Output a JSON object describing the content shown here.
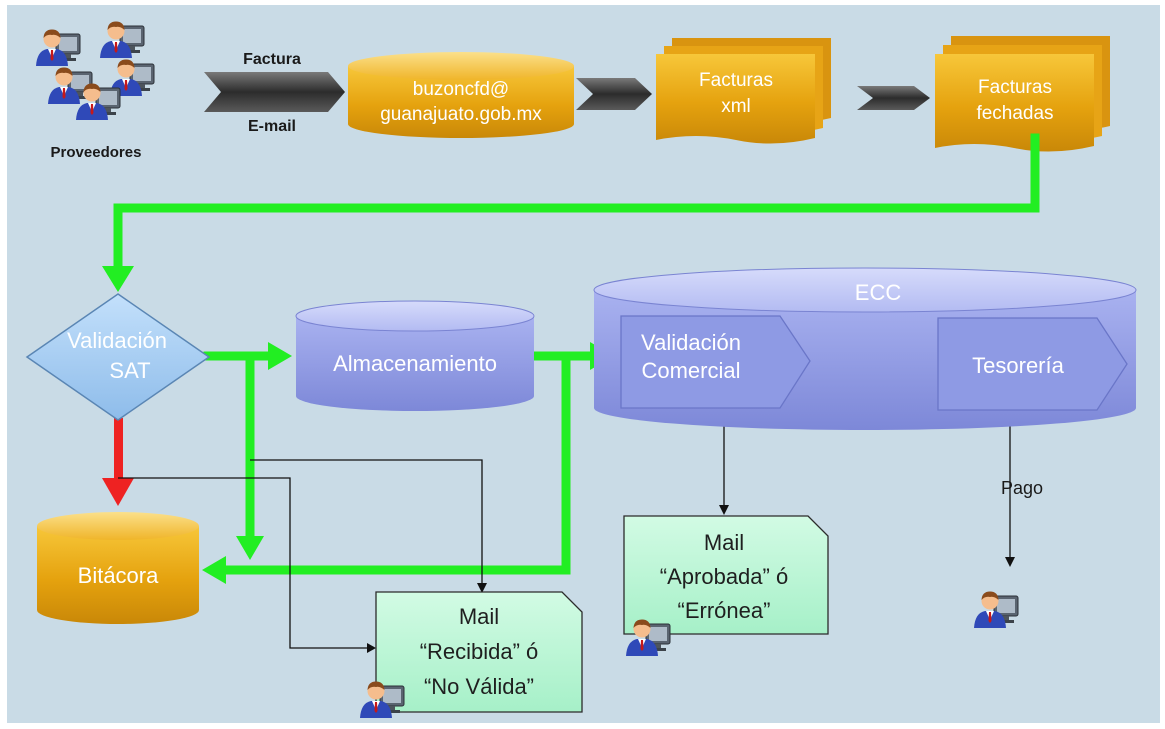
{
  "labels": {
    "proveedores": "Proveedores",
    "factura": "Factura",
    "email": "E-mail",
    "buzon_line1": "buzoncfd@",
    "buzon_line2": "guanajuato.gob.mx",
    "facturas_xml_line1": "Facturas",
    "facturas_xml_line2": "xml",
    "facturas_fechadas_line1": "Facturas",
    "facturas_fechadas_line2": "fechadas",
    "validacion_sat_line1": "Validación",
    "validacion_sat_line2": "SAT",
    "almacenamiento": "Almacenamiento",
    "ecc": "ECC",
    "validacion_comercial_line1": "Validación",
    "validacion_comercial_line2": "Comercial",
    "tesoreria": "Tesorería",
    "pago": "Pago",
    "bitacora": "Bitácora",
    "mail_recibida_line1": "Mail",
    "mail_recibida_line2": "“Recibida” ó",
    "mail_recibida_line3": "“No Válida”",
    "mail_aprobada_line1": "Mail",
    "mail_aprobada_line2": "“Aprobada” ó",
    "mail_aprobada_line3": "“Errónea”"
  },
  "colors": {
    "background": "#c9dbe6",
    "flow_green": "#22ee22",
    "error_red": "#ee2222",
    "gold": "#e9a80c",
    "blue_cylinder": "#8c97e2",
    "diamond": "#9fc9f3",
    "mail_box": "#b4f7d2"
  },
  "icons": [
    "person-at-computer-icon"
  ]
}
